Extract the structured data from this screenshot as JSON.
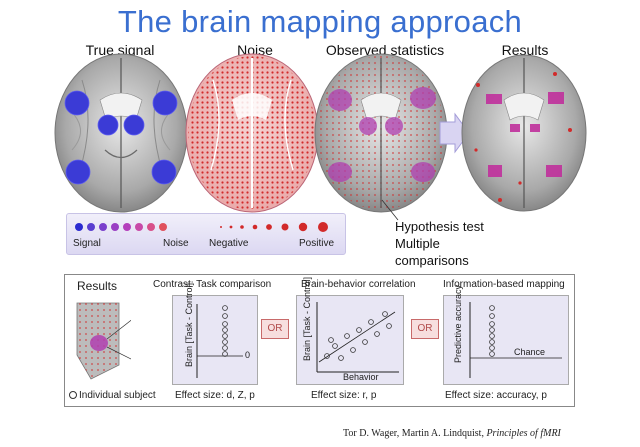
{
  "title": "The brain mapping approach",
  "panels": {
    "true_signal": "True signal",
    "noise": "Noise",
    "observed": "Observed statistics",
    "results": "Results"
  },
  "legend": {
    "signal": "Signal",
    "noise": "Noise",
    "negative": "Negative",
    "positive": "Positive"
  },
  "hypothesis": {
    "line1": "Hypothesis test",
    "line2": "Multiple",
    "line3": "comparisons"
  },
  "results_box": {
    "label": "Results",
    "individual_subject": "Individual subject",
    "contrast": {
      "title": "Contrast: Task comparison",
      "ylabel": "Brain [Task - Control]",
      "zero": "0",
      "effect": "Effect size: d, Z, p"
    },
    "or_label": "OR",
    "correlation": {
      "title": "Brain-behavior correlation",
      "ylabel": "Brain [Task - Control]",
      "xlabel": "Behavior",
      "effect": "Effect size: r, p"
    },
    "information": {
      "title": "Information-based mapping",
      "ylabel": "Predictive accuracy",
      "chance": "Chance",
      "effect": "Effect size: accuracy, p"
    }
  },
  "credit": {
    "authors": "Tor D. Wager, Martin A. Lindquist, ",
    "book": "Principles of fMRI"
  },
  "colors": {
    "title": "#3a6fd0",
    "signal": "#3b3bd6",
    "noise_red": "#d22a2a",
    "activation_purple": "#b03fb0",
    "legend_bg": "#e4e1f5",
    "or_border": "#c86a6a"
  }
}
